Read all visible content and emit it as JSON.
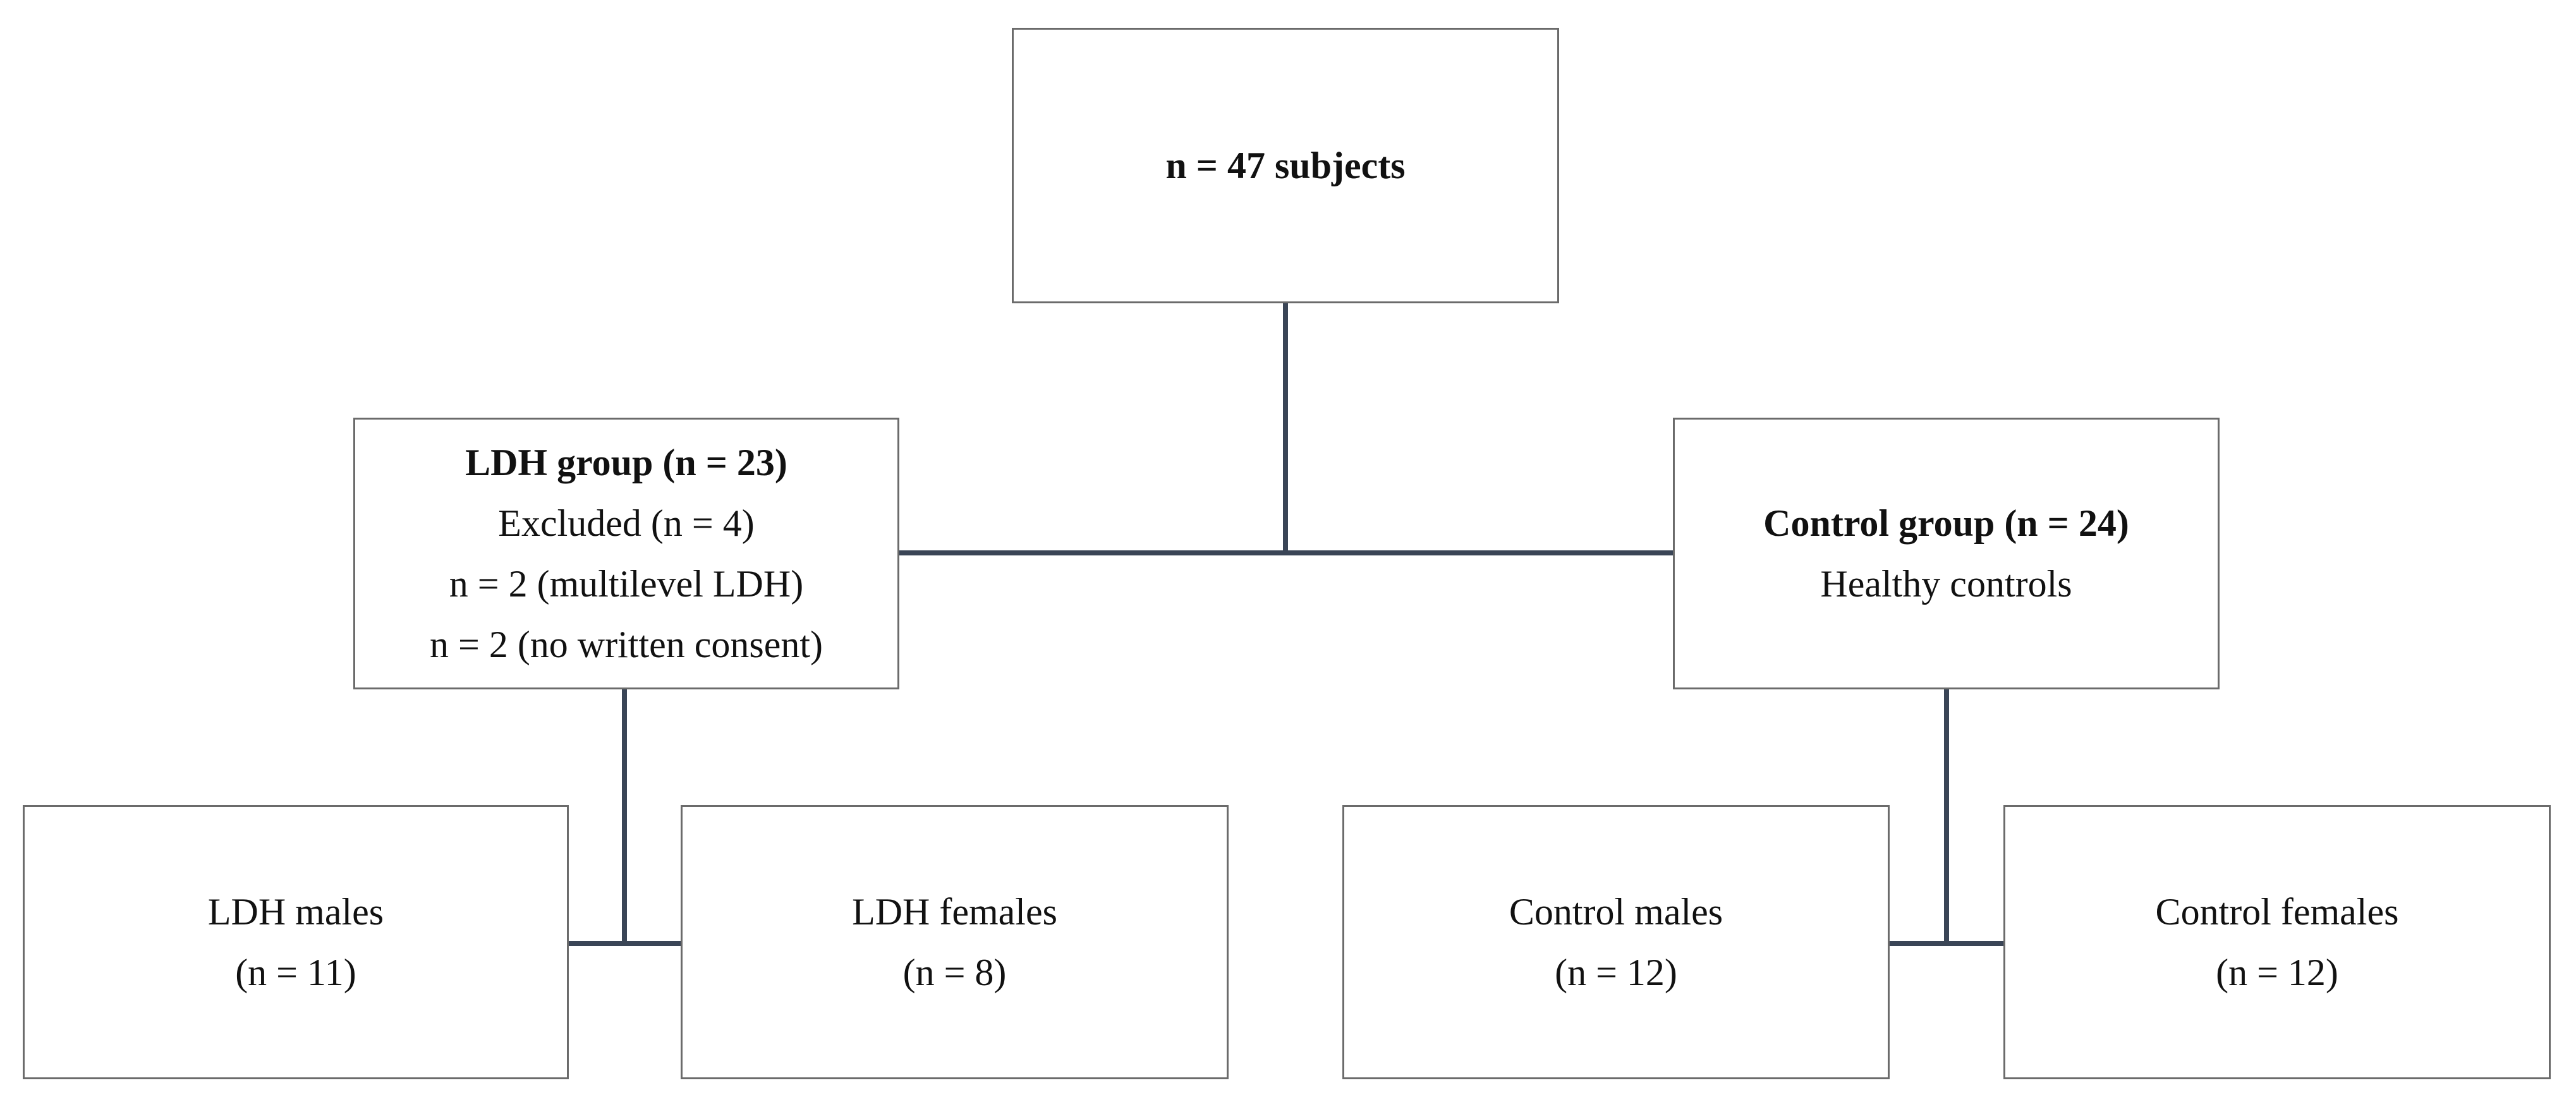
{
  "diagram": {
    "total": {
      "title": "n = 47 subjects"
    },
    "ldh_group": {
      "title": "LDH group (n = 23)",
      "excluded": "Excluded (n = 4)",
      "reason_1": "n = 2 (multilevel LDH)",
      "reason_2": "n = 2 (no written consent)"
    },
    "control_group": {
      "title": "Control group (n = 24)",
      "subtitle": "Healthy controls"
    },
    "ldh_males": {
      "label": "LDH males",
      "count": "(n = 11)"
    },
    "ldh_females": {
      "label": "LDH females",
      "count": "(n = 8)"
    },
    "control_males": {
      "label": "Control males",
      "count": "(n = 12)"
    },
    "control_females": {
      "label": "Control females",
      "count": "(n = 12)"
    },
    "connector_color": "#3a4556",
    "border_color": "#6b6b6b"
  }
}
